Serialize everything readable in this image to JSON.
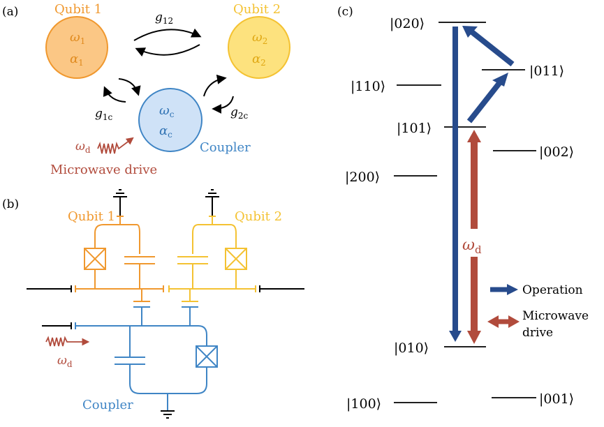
{
  "panel_a": {
    "label": "(a)",
    "qubit1": {
      "name": "Qubit 1",
      "freq": "ω",
      "freq_sub": "1",
      "anh": "α",
      "anh_sub": "1"
    },
    "qubit2": {
      "name": "Qubit 2",
      "freq": "ω",
      "freq_sub": "2",
      "anh": "α",
      "anh_sub": "2"
    },
    "coupler": {
      "name": "Coupler",
      "freq": "ω",
      "freq_sub": "c",
      "anh": "α",
      "anh_sub": "c"
    },
    "g12": {
      "sym": "g",
      "sub": "12"
    },
    "g1c": {
      "sym": "g",
      "sub": "1c"
    },
    "g2c": {
      "sym": "g",
      "sub": "2c"
    },
    "drive": {
      "sym": "ω",
      "sub": "d",
      "label": "Microwave drive"
    }
  },
  "panel_b": {
    "label": "(b)",
    "qubit1": "Qubit 1",
    "qubit2": "Qubit 2",
    "coupler": "Coupler",
    "drive": {
      "sym": "ω",
      "sub": "d"
    }
  },
  "panel_c": {
    "label": "(c)",
    "levels": {
      "s020": "020",
      "s110": "110",
      "s011": "011",
      "s101": "101",
      "s002": "002",
      "s200": "200",
      "s010": "010",
      "s100": "100",
      "s001": "001"
    },
    "drive": {
      "sym": "ω",
      "sub": "d"
    },
    "legend": {
      "operation": "Operation",
      "microwave_line1": "Microwave",
      "microwave_line2": "drive"
    }
  },
  "colors": {
    "qubit1": "#f0982e",
    "qubit1_fill": "#fbc785",
    "qubit2": "#f4c232",
    "qubit2_fill": "#fde27e",
    "coupler": "#3f85c5",
    "coupler_fill": "#cfe2f7",
    "drive": "#b14b3c",
    "operation": "#274b8c"
  }
}
